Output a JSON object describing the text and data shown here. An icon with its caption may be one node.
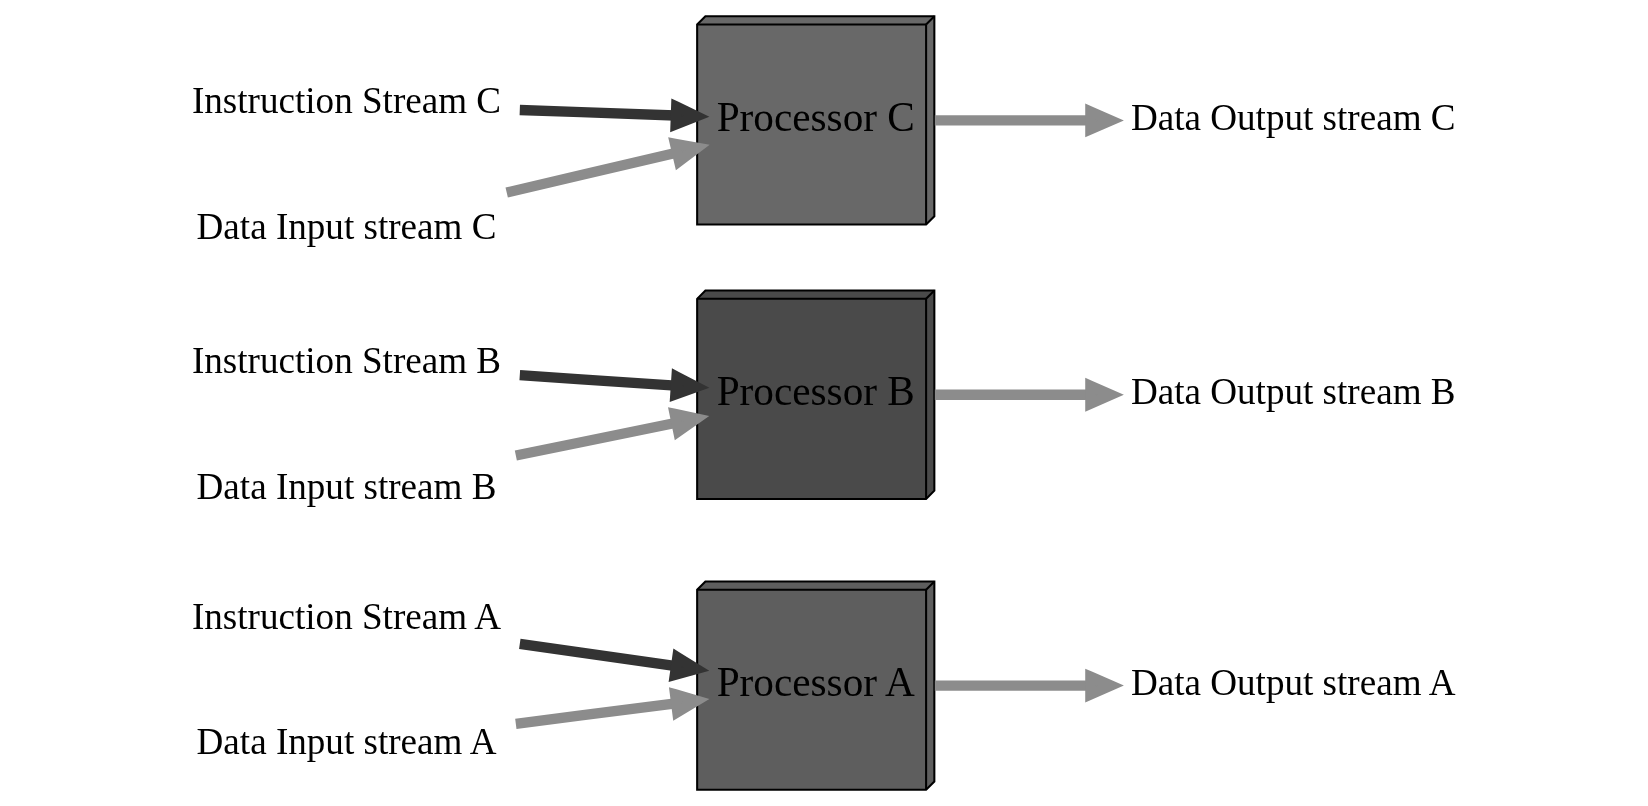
{
  "diagram": {
    "nodes": [
      {
        "text": [
          "Instruction Stream A"
        ]
      },
      {
        "text": [
          "Instruction Stream B"
        ]
      },
      {
        "text": [
          "Instruction Stream C"
        ]
      },
      {
        "text": [
          "Data Input stream A"
        ]
      },
      {
        "text": [
          "Data Input stream B"
        ]
      },
      {
        "text": [
          "Data Input stream C"
        ]
      },
      {
        "text": [
          "Processor A"
        ]
      },
      {
        "text": [
          "Processor B"
        ]
      },
      {
        "text": [
          "Processor C"
        ]
      },
      {
        "text": [
          "Data Output stream A"
        ]
      },
      {
        "text": [
          "Data Output stream B"
        ]
      },
      {
        "text": [
          "Data Output stream C"
        ]
      }
    ],
    "edges": [
      {
        "from": 0,
        "to": 6,
        "arrow": "to",
        "color": "#333333"
      },
      {
        "from": 1,
        "to": 7,
        "arrow": "to",
        "color": "#333333"
      },
      {
        "from": 2,
        "to": 8,
        "arrow": "to",
        "color": "#333333"
      },
      {
        "from": 3,
        "to": 6,
        "arrow": "to"
      },
      {
        "from": 4,
        "to": 7,
        "arrow": "to"
      },
      {
        "from": 5,
        "to": 8,
        "arrow": "to"
      },
      {
        "from": 6,
        "to": 9,
        "arrow": "to"
      },
      {
        "from": 7,
        "to": 10,
        "arrow": "to"
      },
      {
        "from": 8,
        "to": 11,
        "arrow": "to"
      }
    ]
  }
}
